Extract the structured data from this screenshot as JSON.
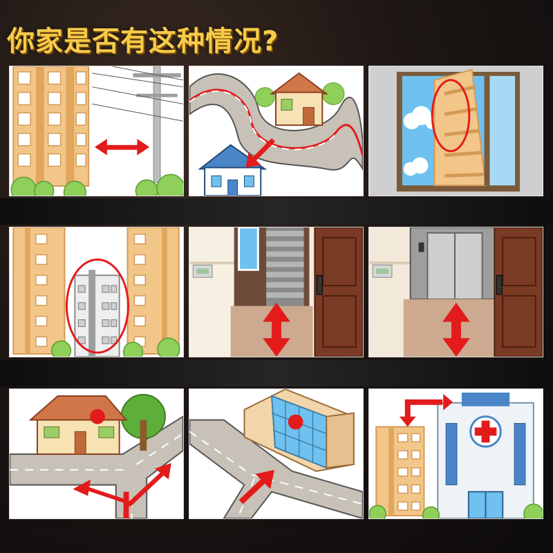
{
  "header": {
    "title": "你家是否有这种情况?"
  },
  "colors": {
    "title": "#f6cc4a",
    "marker_red": "#e31b1b",
    "building_orange": "#f2c589",
    "road_gray": "#c7c1b7",
    "wood_door": "#7a3b24",
    "sky_blue": "#6fc1ef"
  },
  "panels": [
    {
      "id": "p1",
      "scene": "building-near-power-pole",
      "marker": "double-arrow-horizontal"
    },
    {
      "id": "p2",
      "scene": "house-facing-winding-road",
      "marker": "arrow-down-left"
    },
    {
      "id": "p3",
      "scene": "window-facing-building-corner",
      "marker": "circle-outline"
    },
    {
      "id": "p4",
      "scene": "building-between-two-towers",
      "marker": "circle-outline"
    },
    {
      "id": "p5",
      "scene": "door-facing-stairs",
      "marker": "double-arrow-vertical"
    },
    {
      "id": "p6",
      "scene": "door-facing-elevator",
      "marker": "double-arrow-vertical"
    },
    {
      "id": "p7",
      "scene": "house-at-t-junction",
      "marker": "red-dot-and-arrows"
    },
    {
      "id": "p8",
      "scene": "building-facing-road-junction",
      "marker": "red-dot-and-arrow"
    },
    {
      "id": "p9",
      "scene": "building-near-hospital",
      "marker": "bent-arrow"
    }
  ]
}
